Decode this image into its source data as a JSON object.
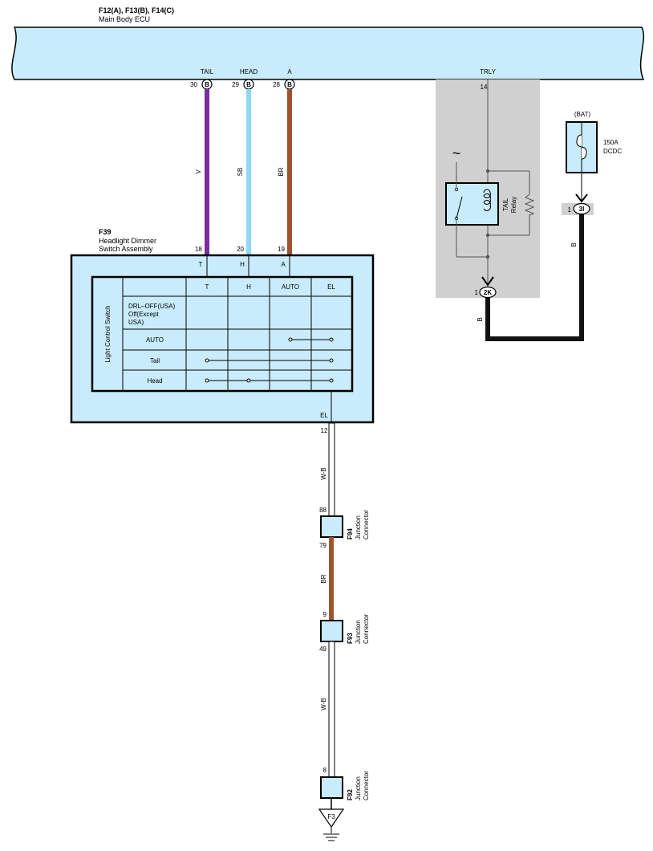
{
  "ecu": {
    "connectors": "F12(A), F13(B), F14(C)",
    "name": "Main Body ECU",
    "pins": [
      {
        "label": "TAIL",
        "pin": "30",
        "conn": "B"
      },
      {
        "label": "HEAD",
        "pin": "29",
        "conn": "B"
      },
      {
        "label": "A",
        "pin": "28",
        "conn": "B"
      },
      {
        "label": "TRLY",
        "pin": "14",
        "conn": ""
      }
    ]
  },
  "wires": {
    "tail": {
      "color_code": "V",
      "hex": "#7b2d9c"
    },
    "head": {
      "color_code": "SB",
      "hex": "#8ed8f8"
    },
    "a": {
      "color_code": "BR",
      "hex": "#a0522d"
    },
    "bat": {
      "color_code": "B",
      "hex": "#111111"
    },
    "ground": {
      "color_code": "W-B",
      "hex": "#ffffff"
    },
    "junction": {
      "color_code": "BR",
      "hex": "#a0522d"
    }
  },
  "switch": {
    "id": "F39",
    "name_line1": "Headlight Dimmer",
    "name_line2": "Switch Assembly",
    "pins": [
      "18",
      "20",
      "19"
    ],
    "terminals": [
      "T",
      "H",
      "A"
    ],
    "side_label": "Light Control Switch",
    "columns": [
      "T",
      "H",
      "AUTO",
      "EL"
    ],
    "rows": [
      {
        "label_lines": [
          "DRL–OFF(USA)",
          "Off(Except",
          "USA)"
        ]
      },
      {
        "label_lines": [
          "AUTO"
        ]
      },
      {
        "label_lines": [
          "Tail"
        ]
      },
      {
        "label_lines": [
          "Head"
        ]
      }
    ],
    "el_label": "EL",
    "el_pin": "12"
  },
  "relay": {
    "wave": "~",
    "name_line1": "TAIL",
    "name_line2": "Relay",
    "connector_pin": "1",
    "connector": "2K"
  },
  "battery": {
    "label": "(BAT)",
    "fuse_rating": "150A",
    "fuse_name": "DCDC",
    "connector_pin": "1",
    "connector": "3I"
  },
  "junctions": [
    {
      "id": "F94",
      "name_line1": "Junction",
      "name_line2": "Connector",
      "pin_top": "88",
      "pin_bottom": "79"
    },
    {
      "id": "F93",
      "name_line1": "Junction",
      "name_line2": "Connector",
      "pin_top": "9",
      "pin_bottom": "49"
    },
    {
      "id": "F92",
      "name_line1": "Junction",
      "name_line2": "Connector",
      "pin_top": "8",
      "pin_bottom": ""
    }
  ],
  "ground": {
    "label": "F3"
  },
  "colors": {
    "ecu_fill": "#c8ecfc",
    "relay_box": "#d0d0d0",
    "connector_fill": "#c8ecfc"
  }
}
